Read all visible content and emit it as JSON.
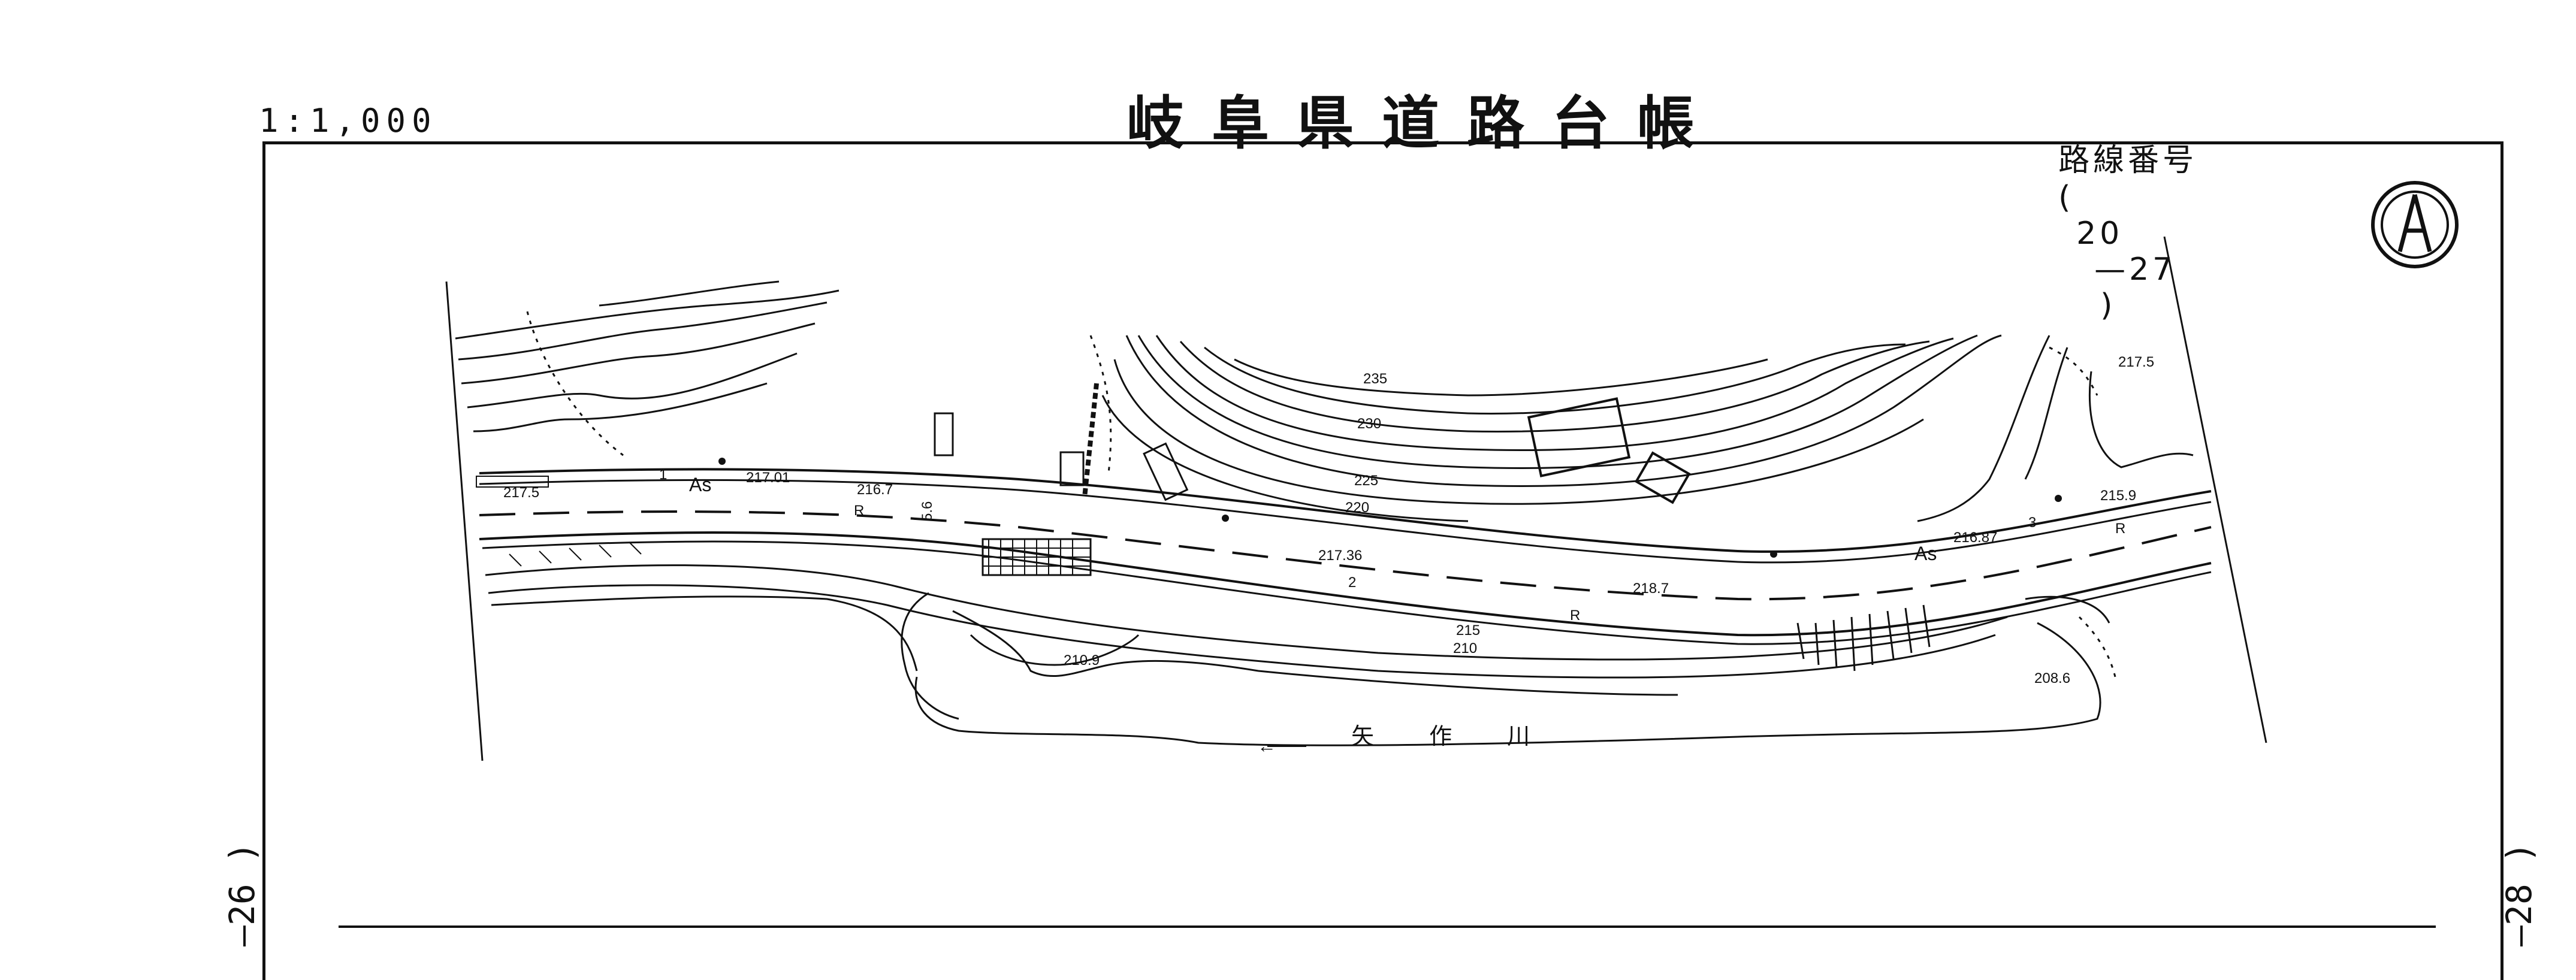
{
  "header": {
    "scale": "1:1,000",
    "title": "岐阜県道路台帳",
    "route_label": "路線番号",
    "route_open": "(",
    "route_number": "20",
    "route_sheet": "—27",
    "route_close": ")"
  },
  "adjacent_sheets": {
    "left": "—26 )",
    "right": "—28 )"
  },
  "map": {
    "contours": [
      "235",
      "230",
      "225",
      "220",
      "215",
      "210"
    ],
    "elevations": [
      "217.5",
      "217.01",
      "216.7",
      "217.36",
      "218.7",
      "216.87",
      "215.9",
      "217.5",
      "210.9",
      "208.6"
    ],
    "road_surface": [
      "As",
      "As"
    ],
    "embankment": [
      "R",
      "R",
      "R"
    ],
    "station_numbers": [
      "1",
      "2",
      "3"
    ],
    "road_width": "5.6",
    "river_name": "矢 作 川",
    "river_arrow": "←"
  },
  "colors": {
    "ink": "#111111",
    "paper": "#ffffff"
  },
  "icons": {
    "north": "north-arrow-icon"
  }
}
